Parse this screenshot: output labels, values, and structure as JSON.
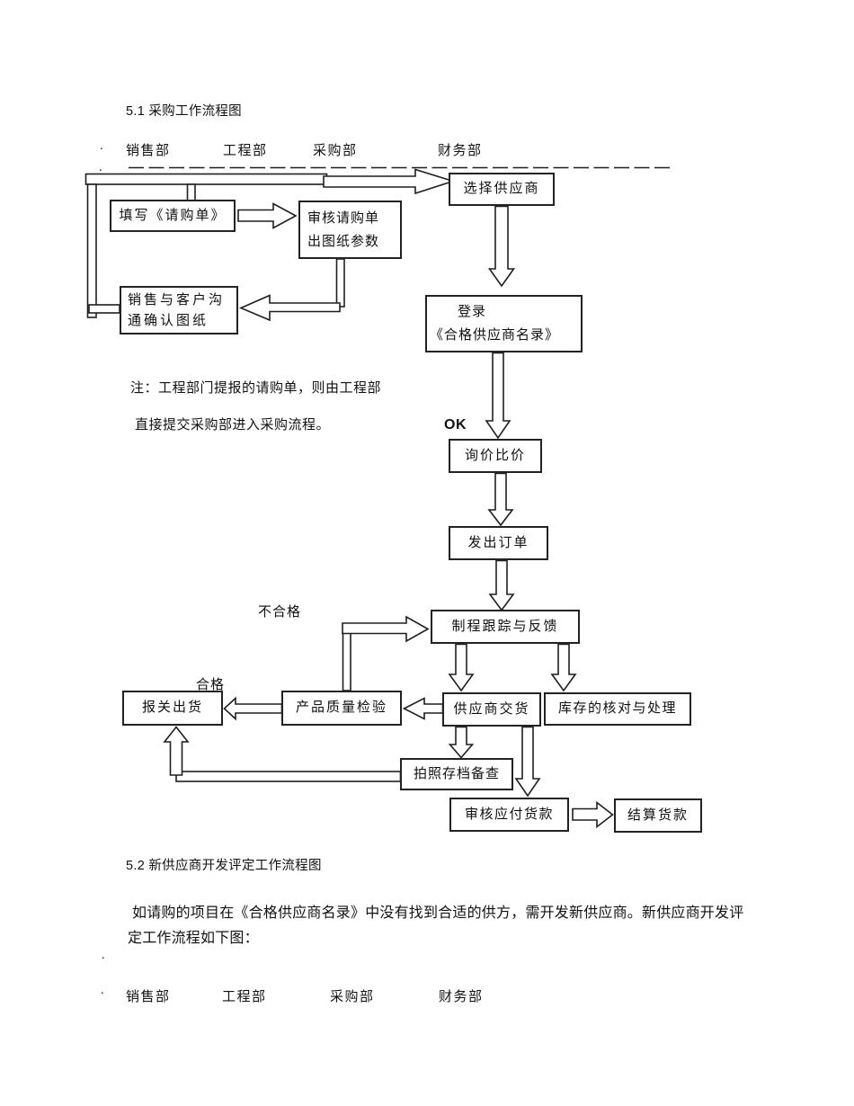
{
  "colors": {
    "line": "#1f1f1f",
    "text": "#111111",
    "background": "#ffffff"
  },
  "margin_dots": [
    ".",
    ".",
    ".",
    "."
  ],
  "section_5_1": {
    "title": "5.1 采购工作流程图",
    "departments": [
      "销售部",
      "工程部",
      "采购部",
      "财务部"
    ],
    "labels": {
      "ok": "OK",
      "fail": "不合格",
      "pass": "合格"
    },
    "note_line1": "注：工程部门提报的请购单，则由工程部",
    "note_line2": "直接提交采购部进入采购流程。",
    "boxes": {
      "fill_request": "填写《请购单》",
      "review_line1": "审核请购单",
      "review_line2": "出图纸参数",
      "select_supplier": "选择供应商",
      "sales_confirm_line1": "销售与客户沟",
      "sales_confirm_line2": "通确认图纸",
      "register_line1": "登录",
      "register_line2": "《合格供应商名录》",
      "inquiry": "询价比价",
      "issue_order": "发出订单",
      "process_tracking": "制程跟踪与反馈",
      "quality_inspection": "产品质量检验",
      "supplier_delivery": "供应商交货",
      "inventory_check": "库存的核对与处理",
      "customs_shipment": "报关出货",
      "photo_archive": "拍照存档备查",
      "review_payment": "审核应付货款",
      "settle_payment": "结算货款"
    }
  },
  "section_5_2": {
    "title": "5.2 新供应商开发评定工作流程图",
    "paragraph_line1": "如请购的项目在《合格供应商名录》中没有找到合适的供方，需开发新供应商。新供应商开发评",
    "paragraph_line2": "定工作流程如下图：",
    "departments": [
      "销售部",
      "工程部",
      "采购部",
      "财务部"
    ]
  }
}
